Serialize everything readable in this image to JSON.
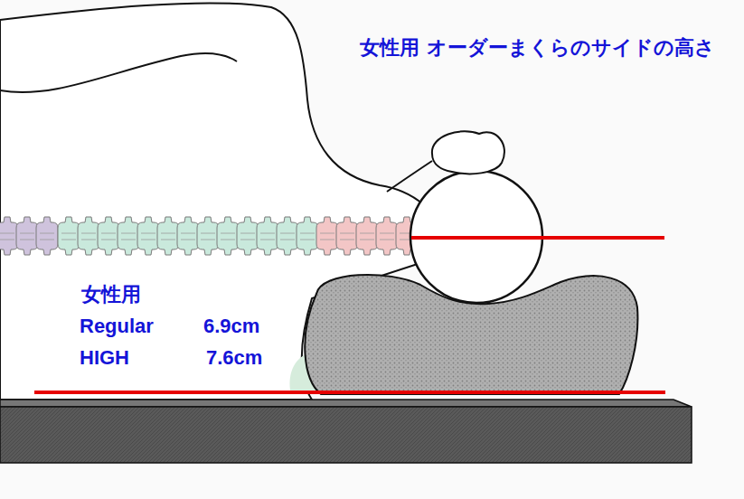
{
  "diagram": {
    "title": "女性用 オーダーまくらのサイドの高さ",
    "labels": [
      "女性用",
      "Regular",
      "6.9cm",
      "HIGH",
      "7.6cm"
    ]
  }
}
